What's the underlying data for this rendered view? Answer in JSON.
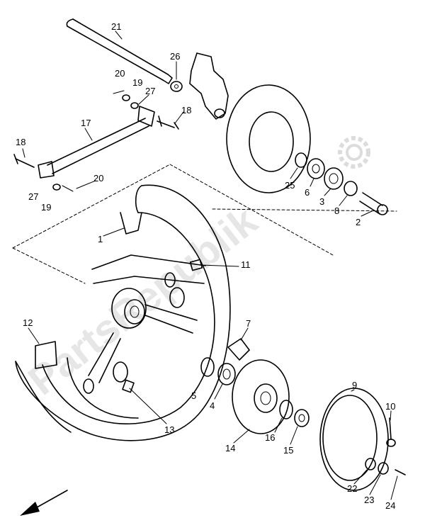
{
  "watermark": "PartsRepublik",
  "callouts": [
    {
      "id": "c21",
      "text": "21"
    },
    {
      "id": "c26",
      "text": "26"
    },
    {
      "id": "c20a",
      "text": "20"
    },
    {
      "id": "c19a",
      "text": "19"
    },
    {
      "id": "c27a",
      "text": "27"
    },
    {
      "id": "c18a",
      "text": "18"
    },
    {
      "id": "c17",
      "text": "17"
    },
    {
      "id": "c18b",
      "text": "18"
    },
    {
      "id": "c20b",
      "text": "20"
    },
    {
      "id": "c27b",
      "text": "27"
    },
    {
      "id": "c19b",
      "text": "19"
    },
    {
      "id": "c25",
      "text": "25"
    },
    {
      "id": "c6",
      "text": "6"
    },
    {
      "id": "c3",
      "text": "3"
    },
    {
      "id": "c8",
      "text": "8"
    },
    {
      "id": "c2",
      "text": "2"
    },
    {
      "id": "c1",
      "text": "1"
    },
    {
      "id": "c11",
      "text": "11"
    },
    {
      "id": "c12",
      "text": "12"
    },
    {
      "id": "c7",
      "text": "7"
    },
    {
      "id": "c5",
      "text": "5"
    },
    {
      "id": "c4",
      "text": "4"
    },
    {
      "id": "c13",
      "text": "13"
    },
    {
      "id": "c9",
      "text": "9"
    },
    {
      "id": "c14",
      "text": "14"
    },
    {
      "id": "c16",
      "text": "16"
    },
    {
      "id": "c15",
      "text": "15"
    },
    {
      "id": "c10",
      "text": "10"
    },
    {
      "id": "c22",
      "text": "22"
    },
    {
      "id": "c23",
      "text": "23"
    },
    {
      "id": "c24",
      "text": "24"
    }
  ]
}
